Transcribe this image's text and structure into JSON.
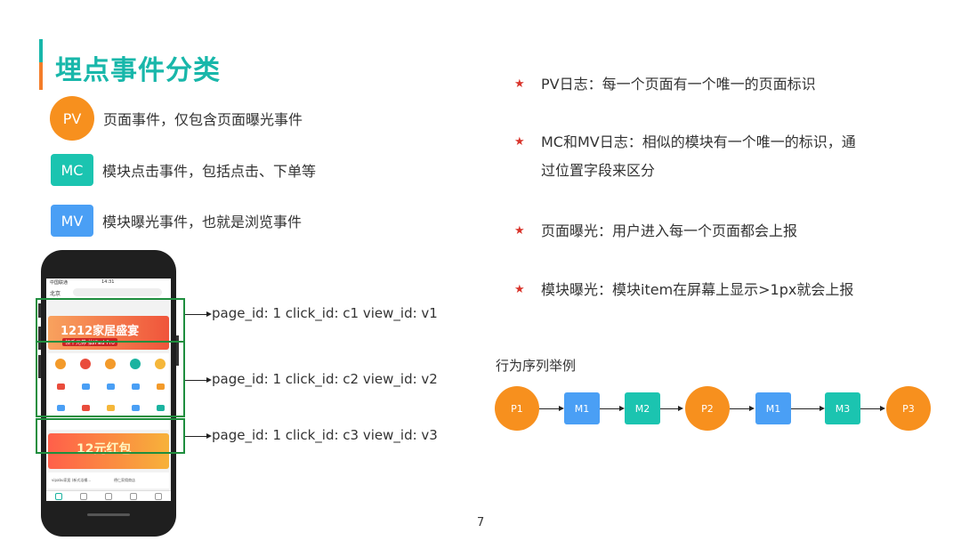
{
  "title": "埋点事件分类",
  "legend": [
    {
      "badge": "PV",
      "text": "页面事件，仅包含页面曝光事件"
    },
    {
      "badge": "MC",
      "text": "模块点击事件，包括点击、下单等"
    },
    {
      "badge": "MV",
      "text": "模块曝光事件，也就是浏览事件"
    }
  ],
  "phone": {
    "carrier": "中国联通",
    "time": "14:31",
    "city": "北京",
    "banner_top": "1212家居盛宴",
    "banner_top_sub": "领千元券 抽iPad Pro",
    "banner_bottom": "12元红包",
    "card_left": "vipabu家居 (新式浴桶...",
    "card_right": "德仁家佣商店"
  },
  "annotations": [
    "page_id: 1 click_id: c1 view_id: v1",
    "page_id: 1 click_id: c2 view_id: v2",
    "page_id: 1 click_id: c3 view_id: v3"
  ],
  "bullets": [
    {
      "lines": [
        "PV日志：每一个页面有一个唯一的页面标识"
      ]
    },
    {
      "lines": [
        "MC和MV日志：相似的模块有一个唯一的标识，通",
        "过位置字段来区分"
      ]
    },
    {
      "lines": [
        "页面曝光：用户进入每一个页面都会上报"
      ]
    },
    {
      "lines": [
        "模块曝光：模块item在屏幕上显示>1px就会上报"
      ]
    }
  ],
  "sequence": {
    "title": "行为序列举例",
    "nodes": [
      {
        "label": "P1",
        "kind": "page"
      },
      {
        "label": "M1",
        "kind": "click"
      },
      {
        "label": "M2",
        "kind": "view"
      },
      {
        "label": "P2",
        "kind": "page"
      },
      {
        "label": "M1",
        "kind": "click"
      },
      {
        "label": "M3",
        "kind": "view"
      },
      {
        "label": "P3",
        "kind": "page"
      }
    ]
  },
  "page_number": "7",
  "colors": {
    "teal": "#18b7aa",
    "orange": "#f7901e",
    "blue": "#4a9ff5",
    "highlight_green": "#1e8e3e",
    "star_red": "#d9342b"
  }
}
